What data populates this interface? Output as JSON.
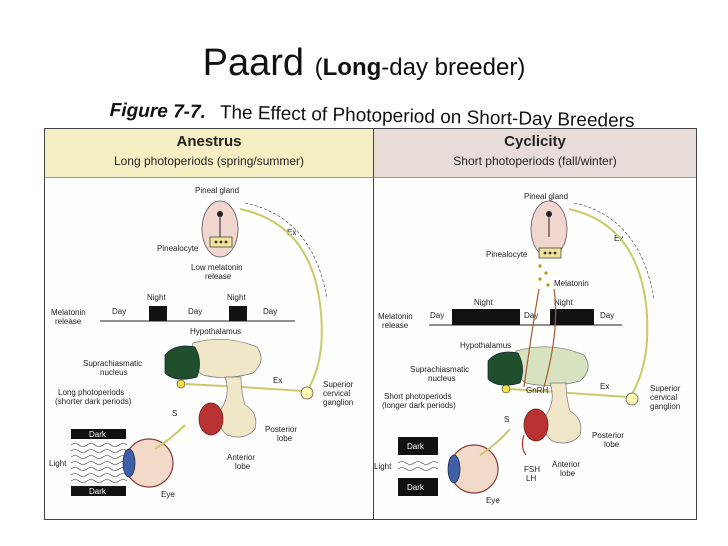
{
  "title": {
    "main": "Paard",
    "paren_open": "(",
    "bold_word": "Long",
    "rest": "-day breeder)"
  },
  "figure": {
    "number": "Figure 7-7.",
    "caption": "The Effect of Photoperiod on Short-Day Breeders"
  },
  "left": {
    "heading": "Anestrus",
    "subheading": "Long photoperiods (spring/summer)",
    "pineal_gland": "Pineal gland",
    "pinealocyte": "Pinealocyte",
    "low_melatonin_1": "Low melatonin",
    "low_melatonin_2": "release",
    "ex_top": "Ex",
    "night1": "Night",
    "night2": "Night",
    "melatonin_release_1": "Melatonin",
    "melatonin_release_2": "release",
    "day1": "Day",
    "day2": "Day",
    "day3": "Day",
    "hypothalamus": "Hypothalamus",
    "scn_1": "Suprachiasmatic",
    "scn_2": "nucleus",
    "ex_mid": "Ex",
    "scg_1": "Superior",
    "scg_2": "cervical",
    "scg_3": "ganglion",
    "photoperiods_1": "Long  photoperiods",
    "photoperiods_2": "(shorter dark periods)",
    "s": "S",
    "dark_top": "Dark",
    "dark_bottom": "Dark",
    "light": "Light",
    "posterior_1": "Posterior",
    "posterior_2": "lobe",
    "anterior_1": "Anterior",
    "anterior_2": "lobe",
    "eye": "Eye"
  },
  "right": {
    "heading": "Cyclicity",
    "subheading": "Short photoperiods (fall/winter)",
    "pineal_gland": "Pineal gland",
    "pinealocyte": "Pinealocyte",
    "melatonin": "Melatonin",
    "ex_top": "Ex",
    "night1": "Night",
    "night2": "Night",
    "melatonin_release_1": "Melatonin",
    "melatonin_release_2": "release",
    "day1": "Day",
    "day2": "Day",
    "day3": "Day",
    "hypothalamus": "Hypothalamus",
    "scn_1": "Suprachiasmatic",
    "scn_2": "nucleus",
    "gnrh": "GnRH",
    "ex_mid": "Ex",
    "scg_1": "Superior",
    "scg_2": "cervical",
    "scg_3": "ganglion",
    "photoperiods_1": "Short  photoperiods",
    "photoperiods_2": "(longer dark periods)",
    "s": "S",
    "dark_top": "Dark",
    "dark_bottom": "Dark",
    "light": "Light",
    "posterior_1": "Posterior",
    "posterior_2": "lobe",
    "anterior_1": "Anterior",
    "anterior_2": "lobe",
    "fsh": "FSH",
    "lh": "LH",
    "eye": "Eye"
  }
}
